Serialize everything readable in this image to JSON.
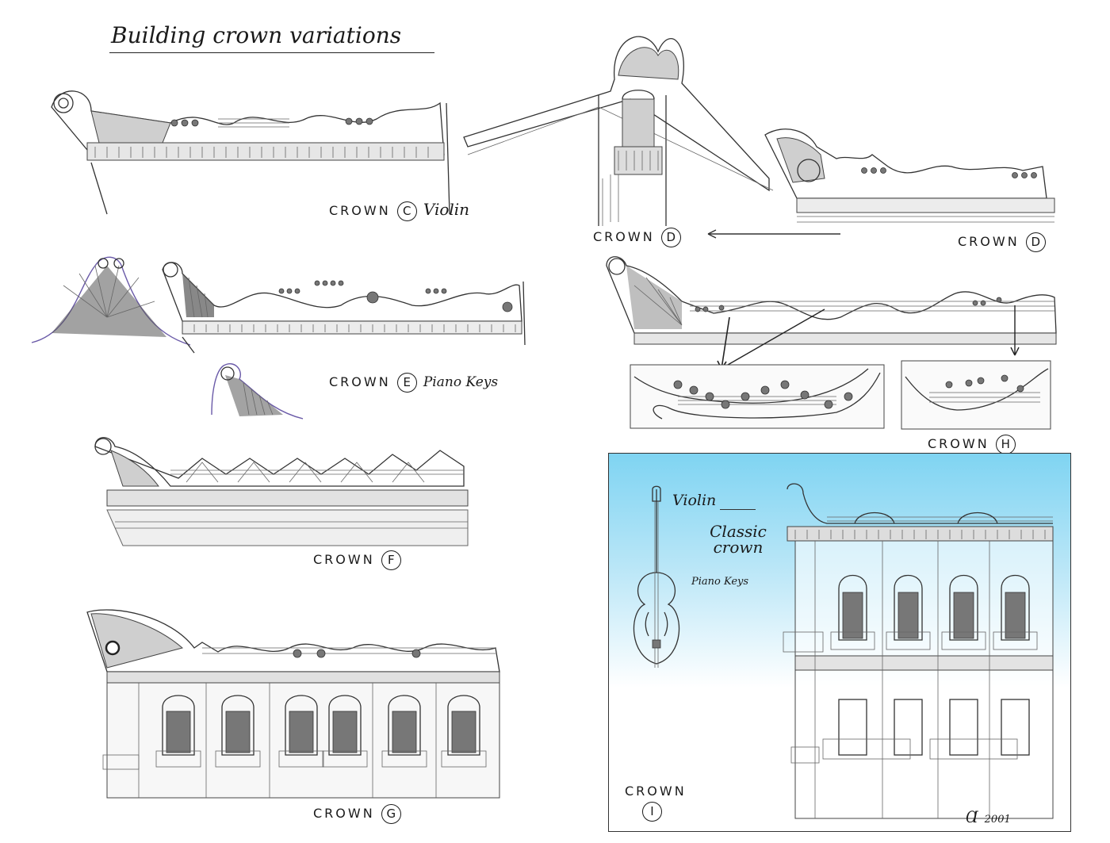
{
  "title": "Building crown variations",
  "crowns": {
    "c": {
      "word": "CROWN",
      "letter": "C",
      "note": "Violin"
    },
    "d_left": {
      "word": "CROWN",
      "letter": "D"
    },
    "d_right": {
      "word": "CROWN",
      "letter": "D"
    },
    "e": {
      "word": "CROWN",
      "letter": "E",
      "note": "Piano Keys"
    },
    "h": {
      "word": "CROWN",
      "letter": "H"
    },
    "f": {
      "word": "CROWN",
      "letter": "F"
    },
    "g": {
      "word": "CROWN",
      "letter": "G"
    },
    "i": {
      "word": "CROWN",
      "letter": "I"
    }
  },
  "panel_i": {
    "sky_color": "#7fd4f2",
    "notes": {
      "violin": "Violin",
      "classic_crown": "Classic crown",
      "piano_keys": "Piano Keys"
    },
    "signature": "2001"
  },
  "icons": [
    "violin-icon",
    "arrow-left-icon"
  ]
}
